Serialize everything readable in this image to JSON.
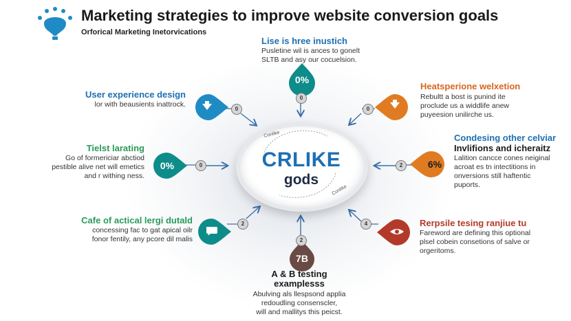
{
  "header": {
    "title": "Marketing strategies to improve website conversion goals",
    "subtitle": "Orforical Marketing Inetorvications"
  },
  "center": {
    "title": "CRLIKE",
    "subtitle": "gods",
    "small_label": "Conlike"
  },
  "colors": {
    "blue": "#1f8bc4",
    "teal": "#0e8c8a",
    "orange": "#e07b22",
    "red": "#b33a2a",
    "brown": "#6a4a44",
    "gray_node": "#d6d6d6",
    "title_blue": "#1d6fb3",
    "heading_orange": "#d9651f",
    "heading_green": "#2a9a5a",
    "heading_red": "#b33a2a"
  },
  "nodes": {
    "n1": "0",
    "n2": "0",
    "n3": "2",
    "n4": "0",
    "n5": "0",
    "n6": "2",
    "n7": "4",
    "n8": "2"
  },
  "strategies": {
    "top": {
      "pin_text": "0%",
      "title": "Lise is hree inustich",
      "desc": [
        "Pusletine wil is ances to gonelt",
        "SLTB and asy our cocuelsion."
      ]
    },
    "top_left": {
      "icon": "down-arrow-icon",
      "title": "User experience design",
      "desc": [
        "lor with beausients inattrock."
      ]
    },
    "left": {
      "pin_text": "0%",
      "title": "Tielst larating",
      "desc": [
        "Go of formericiar abctiod",
        "pestible alive net will emetics",
        "and r withing ness."
      ]
    },
    "bottom_left": {
      "icon": "chat-bubble-icon",
      "title": "Cafe of actical lergi dutald",
      "desc": [
        "concessing fac to gat apical oilr",
        "fonor fentily, any pcore dil malis"
      ]
    },
    "bottom": {
      "pin_text": "7B",
      "title": "A & B testing",
      "title2": "examplesss",
      "desc": [
        "Abulving als llespsond applia",
        "redoudling consenscler,",
        "will and mallitys this peicst."
      ]
    },
    "top_right": {
      "icon": "down-arrow-icon",
      "title": "Heatsperione welxetion",
      "desc": [
        "Rebultt a bost is punind ite",
        "proclude us a widdlife anew",
        "puyeesion unilirche us."
      ]
    },
    "right": {
      "pin_text": "6%",
      "title": "Condesing other celviar",
      "title2": "Invlifions and icheraitz",
      "desc": [
        "Lalition cancce cones neiginal",
        "acroat es tn intectitions in",
        "onversions still haftentic",
        "puports."
      ]
    },
    "bottom_right": {
      "icon": "eye-icon",
      "title": "Rerpsile tesing ranjiue tu",
      "desc": [
        "Fareword are defining this optional",
        "plsel cobein consetions of salve or",
        "orgeritoms."
      ]
    }
  }
}
